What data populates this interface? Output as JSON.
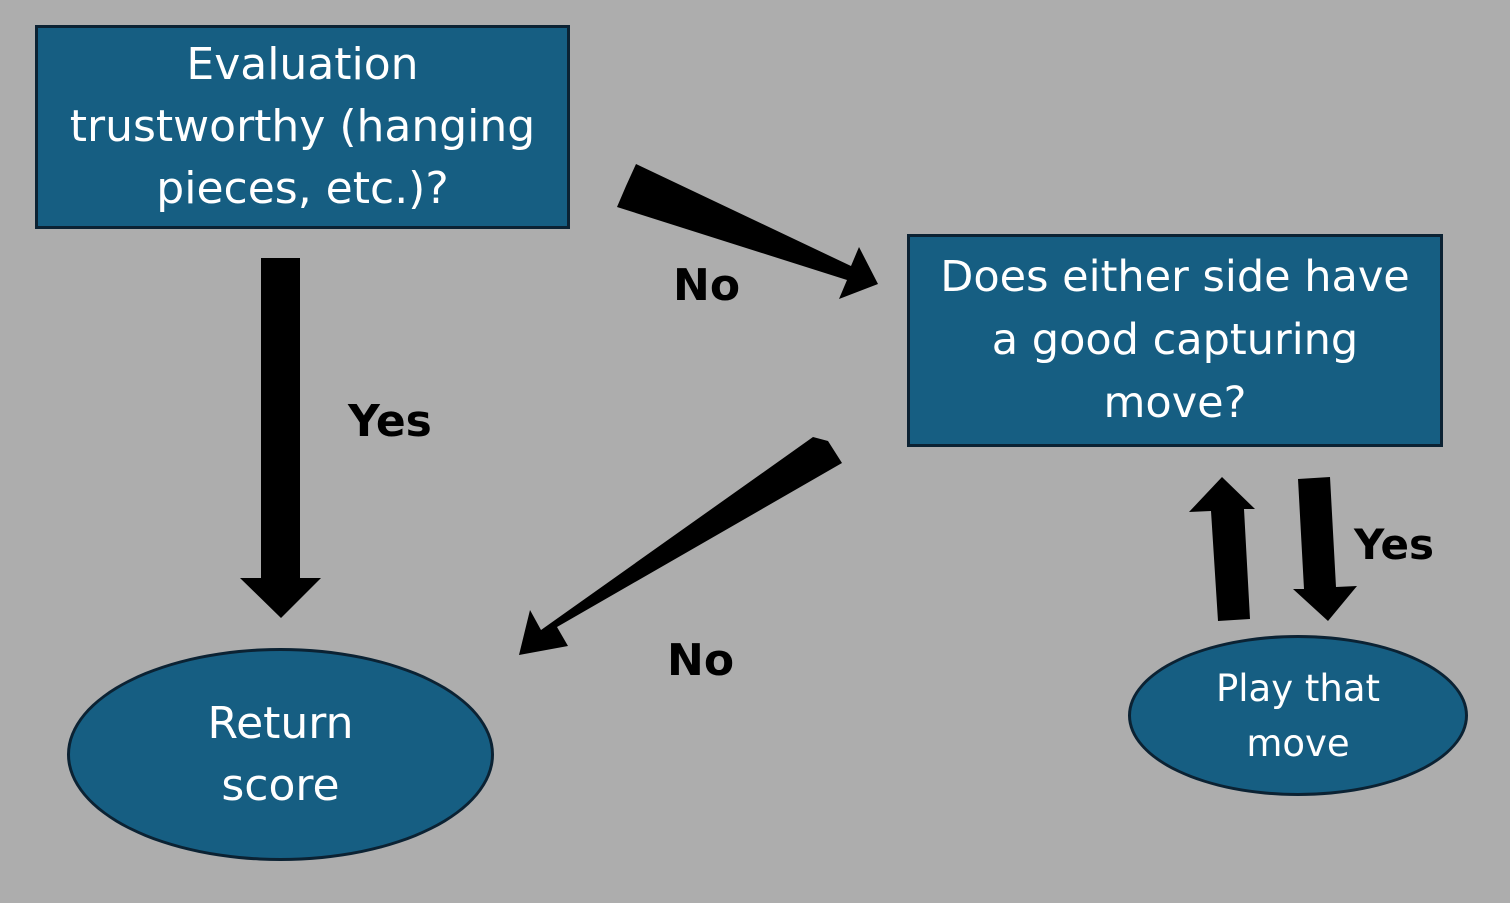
{
  "nodes": {
    "evaluation": {
      "lines": [
        "Evaluation",
        "trustworthy (hanging",
        "pieces, etc.)?"
      ]
    },
    "capture": {
      "lines": [
        "Does either side have",
        "a good capturing",
        "move?"
      ]
    },
    "return_score": {
      "lines": [
        "Return",
        "score"
      ]
    },
    "play_move": {
      "lines": [
        "Play that",
        "move"
      ]
    }
  },
  "edges": {
    "eval_to_return": "Yes",
    "eval_to_capture": "No",
    "capture_to_return": "No",
    "capture_to_play": "Yes"
  },
  "colors": {
    "background": "#adadad",
    "node_fill": "#165e82",
    "node_border": "#0b2233",
    "node_text": "#ffffff",
    "arrow": "#000000",
    "label_text": "#000000"
  }
}
